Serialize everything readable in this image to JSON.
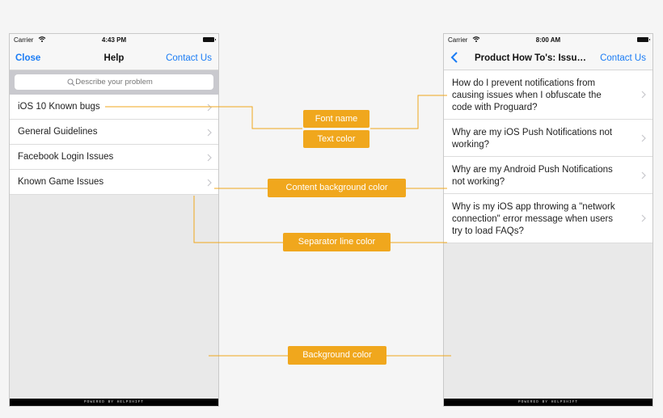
{
  "left_screen": {
    "status": {
      "carrier": "Carrier",
      "time": "4:43 PM"
    },
    "nav": {
      "close_label": "Close",
      "title": "Help",
      "contact_label": "Contact Us"
    },
    "search": {
      "placeholder": "Describe your problem"
    },
    "items": [
      {
        "label": "iOS 10 Known bugs"
      },
      {
        "label": "General Guidelines"
      },
      {
        "label": "Facebook Login Issues"
      },
      {
        "label": "Known Game Issues"
      }
    ],
    "footer": "POWERED BY HELPSHIFT"
  },
  "right_screen": {
    "status": {
      "carrier": "Carrier",
      "time": "8:00 AM"
    },
    "nav": {
      "title": "Product How To's: Issue...",
      "contact_label": "Contact Us"
    },
    "items": [
      {
        "label": "How do I prevent notifications from causing issues when I obfuscate the code with Proguard?"
      },
      {
        "label": "Why are my iOS Push Notifications not working?"
      },
      {
        "label": "Why are my Android Push Notifications not working?"
      },
      {
        "label": "Why is my iOS app throwing a \"network connection\" error message when users try to load FAQs?"
      }
    ],
    "footer": "POWERED BY HELPSHIFT"
  },
  "annotations": {
    "font_name": "Font name",
    "text_color": "Text color",
    "content_background_color": "Content background color",
    "separator_line_color": "Separator line color",
    "background_color": "Background color"
  },
  "colors": {
    "accent_blue": "#1a7cf5",
    "annotation_orange": "#f0a71d",
    "screen_background": "#e9e9e9",
    "content_background": "#ffffff",
    "separator": "#dcdcdc"
  },
  "icons": {
    "wifi": "wifi-icon",
    "battery": "battery-icon",
    "search": "search-icon",
    "chevron": "chevron-right-icon",
    "back": "back-chevron-icon"
  }
}
